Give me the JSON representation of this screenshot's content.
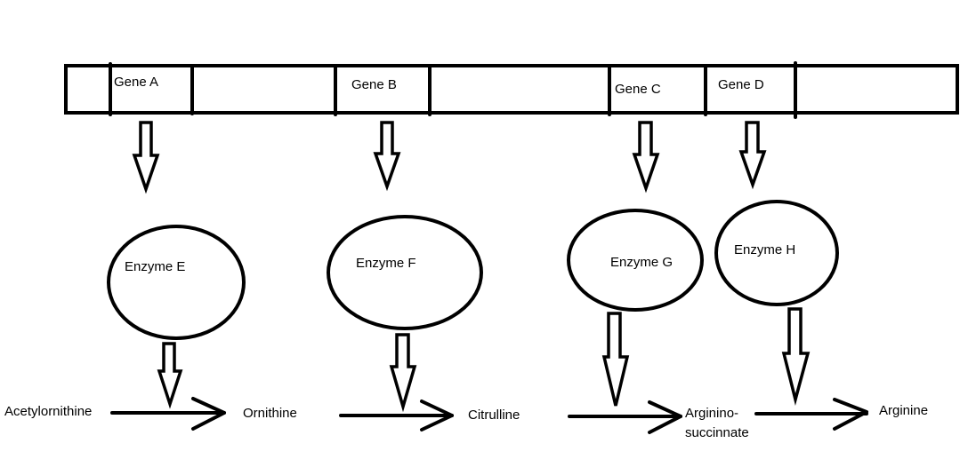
{
  "genes": {
    "a": "Gene A",
    "b": "Gene B",
    "c": "Gene C",
    "d": "Gene D"
  },
  "enzymes": {
    "e": "Enzyme E",
    "f": "Enzyme F",
    "g": "Enzyme G",
    "h": "Enzyme H"
  },
  "metabolites": {
    "acetylornithine": "Acetylornithine",
    "ornithine": "Ornithine",
    "citrulline": "Citrulline",
    "argininosuccinate_line1": "Arginino-",
    "argininosuccinate_line2": "succinnate",
    "arginine": "Arginine"
  }
}
